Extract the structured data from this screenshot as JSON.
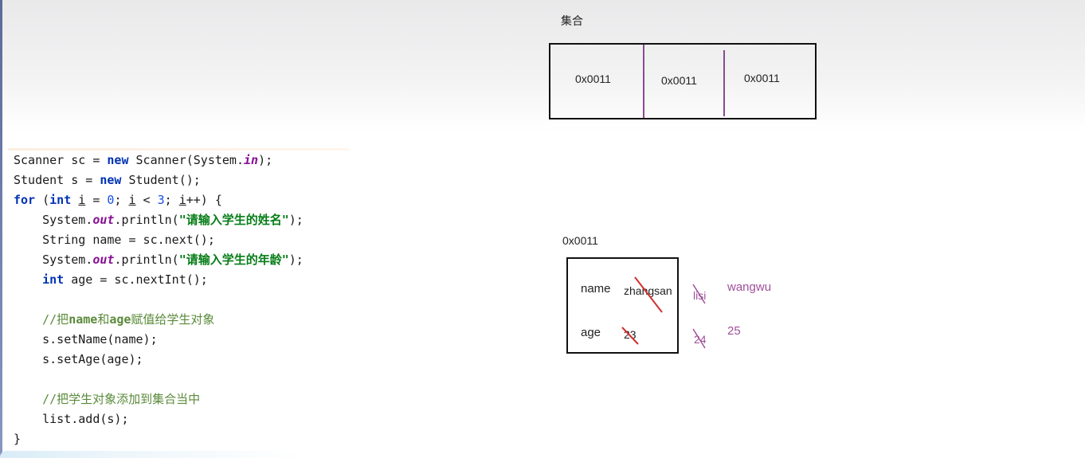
{
  "code": {
    "l1": {
      "a": "Scanner sc = ",
      "kw": "new",
      "b": " Scanner(System.",
      "field": "in",
      "c": ");"
    },
    "l2": {
      "a": "Student s = ",
      "kw": "new",
      "b": " Student();"
    },
    "l3": {
      "kw1": "for",
      "a": " (",
      "kw2": "int",
      "b": " ",
      "v1": "i",
      "c": " = ",
      "n0": "0",
      "d": "; ",
      "v2": "i",
      "e": " < ",
      "n3": "3",
      "f": "; ",
      "v3": "i",
      "g": "++) {"
    },
    "l4": {
      "a": "    System.",
      "field": "out",
      "b": ".println(",
      "str": "\"请输入学生的姓名\"",
      "c": ");"
    },
    "l5": {
      "a": "    String name = sc.next();"
    },
    "l6": {
      "a": "    System.",
      "field": "out",
      "b": ".println(",
      "str": "\"请输入学生的年龄\"",
      "c": ");"
    },
    "l7": {
      "a": "    ",
      "kw": "int",
      "b": " age = sc.nextInt();"
    },
    "l9": {
      "a": "    //把",
      "w1": "name",
      "b": "和",
      "w2": "age",
      "c": "赋值给学生对象"
    },
    "l10": {
      "a": "    s.setName(name);"
    },
    "l11": {
      "a": "    s.setAge(age);"
    },
    "l13": {
      "a": "    //把学生对象添加到集合当中"
    },
    "l14": {
      "a": "    list.add(s);"
    },
    "l15": {
      "a": "}"
    }
  },
  "collection": {
    "label": "集合",
    "cells": [
      "0x0011",
      "0x0011",
      "0x0011"
    ]
  },
  "student_object": {
    "address": "0x0011",
    "name_label": "name",
    "age_label": "age",
    "name_value": "zhangsan",
    "age_value": "23"
  },
  "annotations": {
    "name_history": [
      "lisi",
      "wangwu"
    ],
    "age_history": [
      "24",
      "25"
    ]
  },
  "colors": {
    "keyword": "#0033b3",
    "string": "#067d17",
    "field": "#871094",
    "comment": "#5a8a3a",
    "handwriting": "#a0509a",
    "strike": "#d03030"
  }
}
